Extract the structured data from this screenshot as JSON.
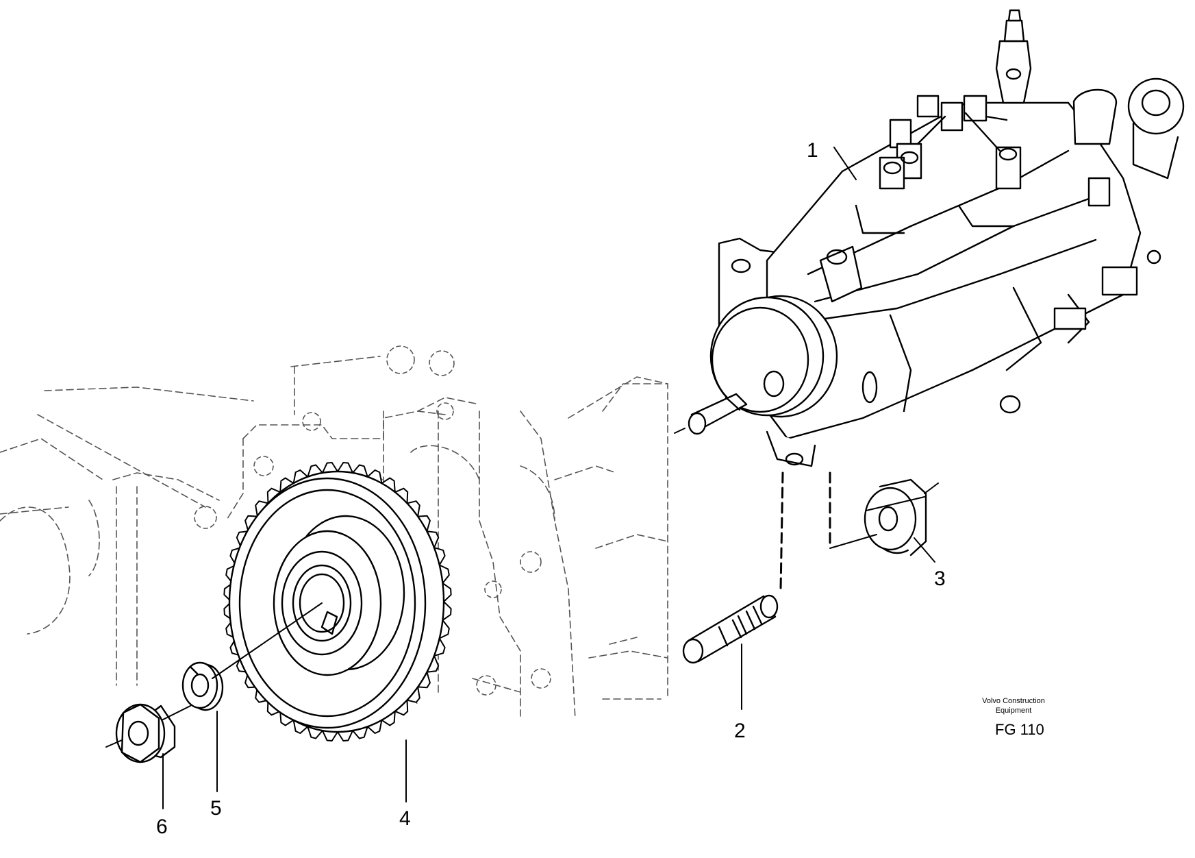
{
  "callouts": {
    "c1": "1",
    "c2": "2",
    "c3": "3",
    "c4": "4",
    "c5": "5",
    "c6": "6"
  },
  "caption": {
    "company_line1": "Volvo Construction",
    "company_line2": "Equipment",
    "figure_code": "FG 110"
  },
  "parts": [
    {
      "ref": "1",
      "icon": "injection-pump-icon"
    },
    {
      "ref": "2",
      "icon": "stud-icon"
    },
    {
      "ref": "3",
      "icon": "flange-nut-icon"
    },
    {
      "ref": "4",
      "icon": "gear-wheel-icon"
    },
    {
      "ref": "5",
      "icon": "lock-washer-icon"
    },
    {
      "ref": "6",
      "icon": "hex-nut-icon"
    }
  ]
}
